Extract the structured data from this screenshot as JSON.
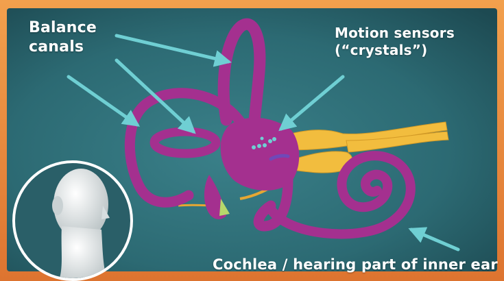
{
  "labels": {
    "balance_line1": "Balance",
    "balance_line2": "canals",
    "motion_line1": "Motion sensors",
    "motion_line2": "(“crystals”)",
    "cochlea": "Cochlea / hearing part of inner ear"
  },
  "colors": {
    "frame_orange": "#e9883a",
    "background_teal": "#2c6a73",
    "canal_magenta": "#a4308f",
    "nerve_yellow": "#f2bd3e",
    "arrow_cyan": "#6fcfd3",
    "head_white": "#eeeeee"
  },
  "icons": [
    "head-icon"
  ]
}
